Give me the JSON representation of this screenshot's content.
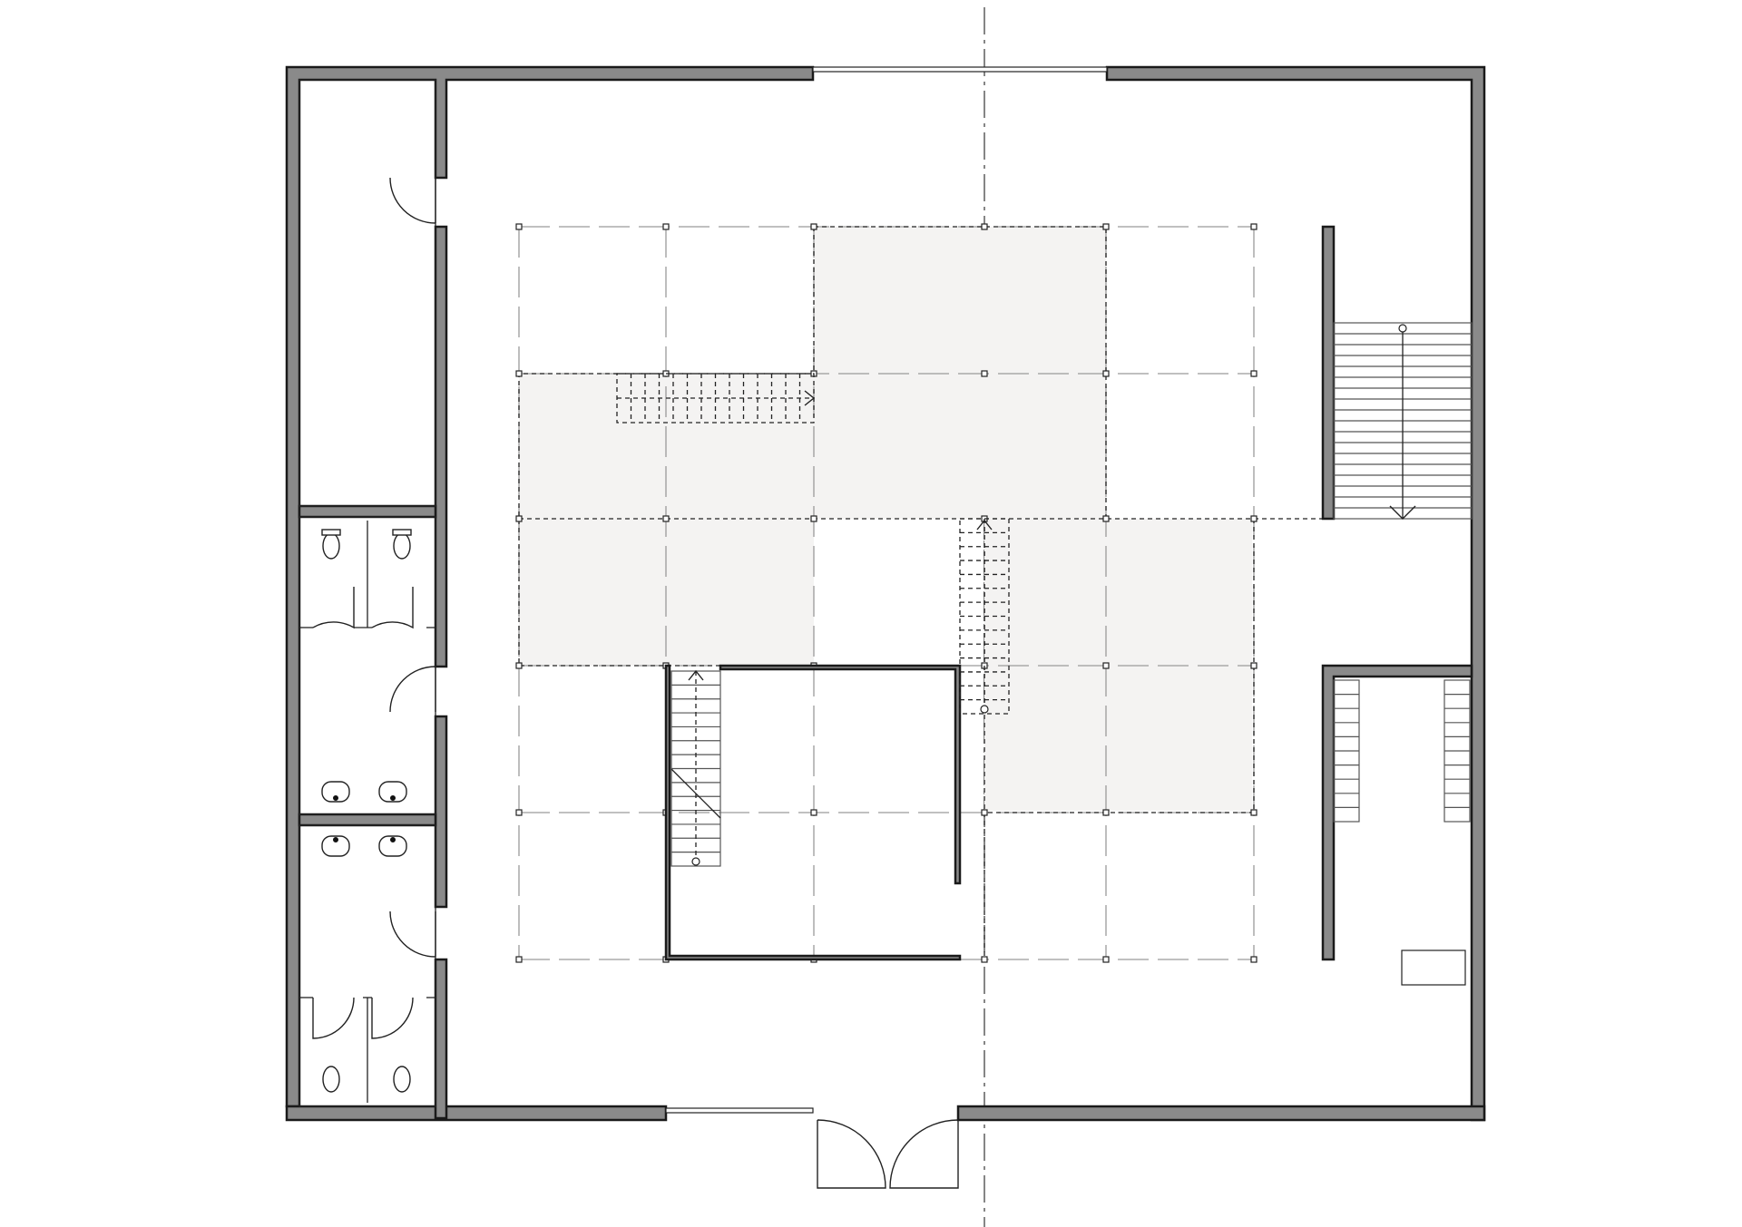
{
  "drawing": {
    "type": "floor-plan",
    "colors": {
      "wall_fill": "#8a8a8a",
      "wall_outline": "#1a1a1a",
      "floor_slab": "#f4f3f2",
      "line": "#222222",
      "grid_line": "#9a9a9a",
      "background": "#ffffff"
    },
    "structural_grid": {
      "columns": 6,
      "rows": 5
    },
    "rooms": [
      {
        "name": "storage",
        "kind": "room"
      },
      {
        "name": "restroom-upper",
        "kind": "restroom",
        "toilets": 2,
        "sinks": 2
      },
      {
        "name": "restroom-lower",
        "kind": "restroom",
        "toilets": 2,
        "sinks": 2
      },
      {
        "name": "inner-room",
        "kind": "room"
      },
      {
        "name": "east-service-area",
        "kind": "room"
      }
    ],
    "stairs": [
      {
        "name": "north-mezzanine-stair",
        "direction": "east"
      },
      {
        "name": "central-stair",
        "direction": "north"
      },
      {
        "name": "west-inner-stair",
        "direction": "north"
      },
      {
        "name": "east-main-stair",
        "direction": "south"
      }
    ],
    "icons": [
      "door-swing-icon",
      "toilet-icon",
      "sink-icon",
      "stair-arrow-icon",
      "column-node-icon"
    ]
  }
}
